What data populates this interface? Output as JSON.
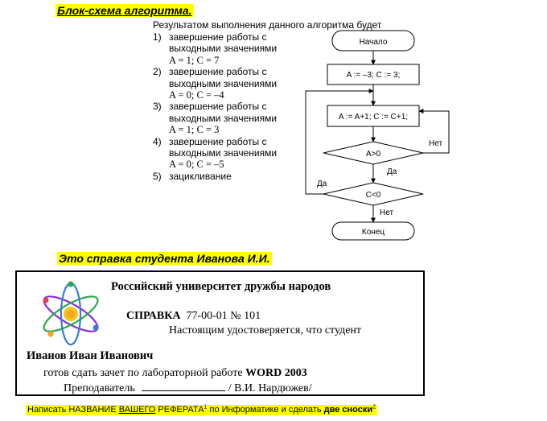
{
  "heading1": "Блок-схема алгоритма.",
  "question": "Результатом выполнения данного алгоритма будет",
  "answers": [
    {
      "num": "1)",
      "line1": "завершение работы с",
      "line2": "выходными значениями",
      "vals": "A = 1; C = 7"
    },
    {
      "num": "2)",
      "line1": "завершение работы с",
      "line2": "выходными значениями",
      "vals": "A = 0; C = –4"
    },
    {
      "num": "3)",
      "line1": "завершение работы с",
      "line2": "выходными значениями",
      "vals": "A = 1; C = 3"
    },
    {
      "num": "4)",
      "line1": "завершение работы с",
      "line2": "выходными значениями",
      "vals": "A = 0; C = –5"
    },
    {
      "num": "5)",
      "line1": "зацикливание"
    }
  ],
  "flowchart": {
    "start": "Начало",
    "init": "A := –3;  C := 3;",
    "step": "A := A+1;  C := C+1;",
    "cond1": "A>0",
    "cond2": "C<0",
    "end": "Конец",
    "yes1": "Да",
    "no1": "Нет",
    "yes2": "Да",
    "no2": "Нет"
  },
  "heading2": "Это справка студента Иванова И.И.",
  "certificate": {
    "university": "Российский университет дружбы народов",
    "spravka_word": "СПРАВКА",
    "spravka_num": "77-00-01 № 101",
    "certify": "Настоящим удостоверяется, что студент",
    "student": "Иванов Иван Иванович",
    "ready_text": "готов сдать зачет по лабораторной работе",
    "ready_bold": "WORD 2003",
    "teacher_label": "Преподаватель",
    "teacher_name": "/ В.И. Нардюжев/"
  },
  "footer": {
    "part1": "Написать НАЗВАНИЕ ",
    "part2": "ВАШЕГО",
    "part3": " РЕФЕРАТА",
    "sup1": "1",
    "part4": " по Информатике и сделать ",
    "part5": "две сноски",
    "sup2": "2"
  },
  "colors": {
    "highlight": "#ffff00",
    "atom_orange": "#f5a623",
    "atom_blue": "#3a7bd5"
  }
}
